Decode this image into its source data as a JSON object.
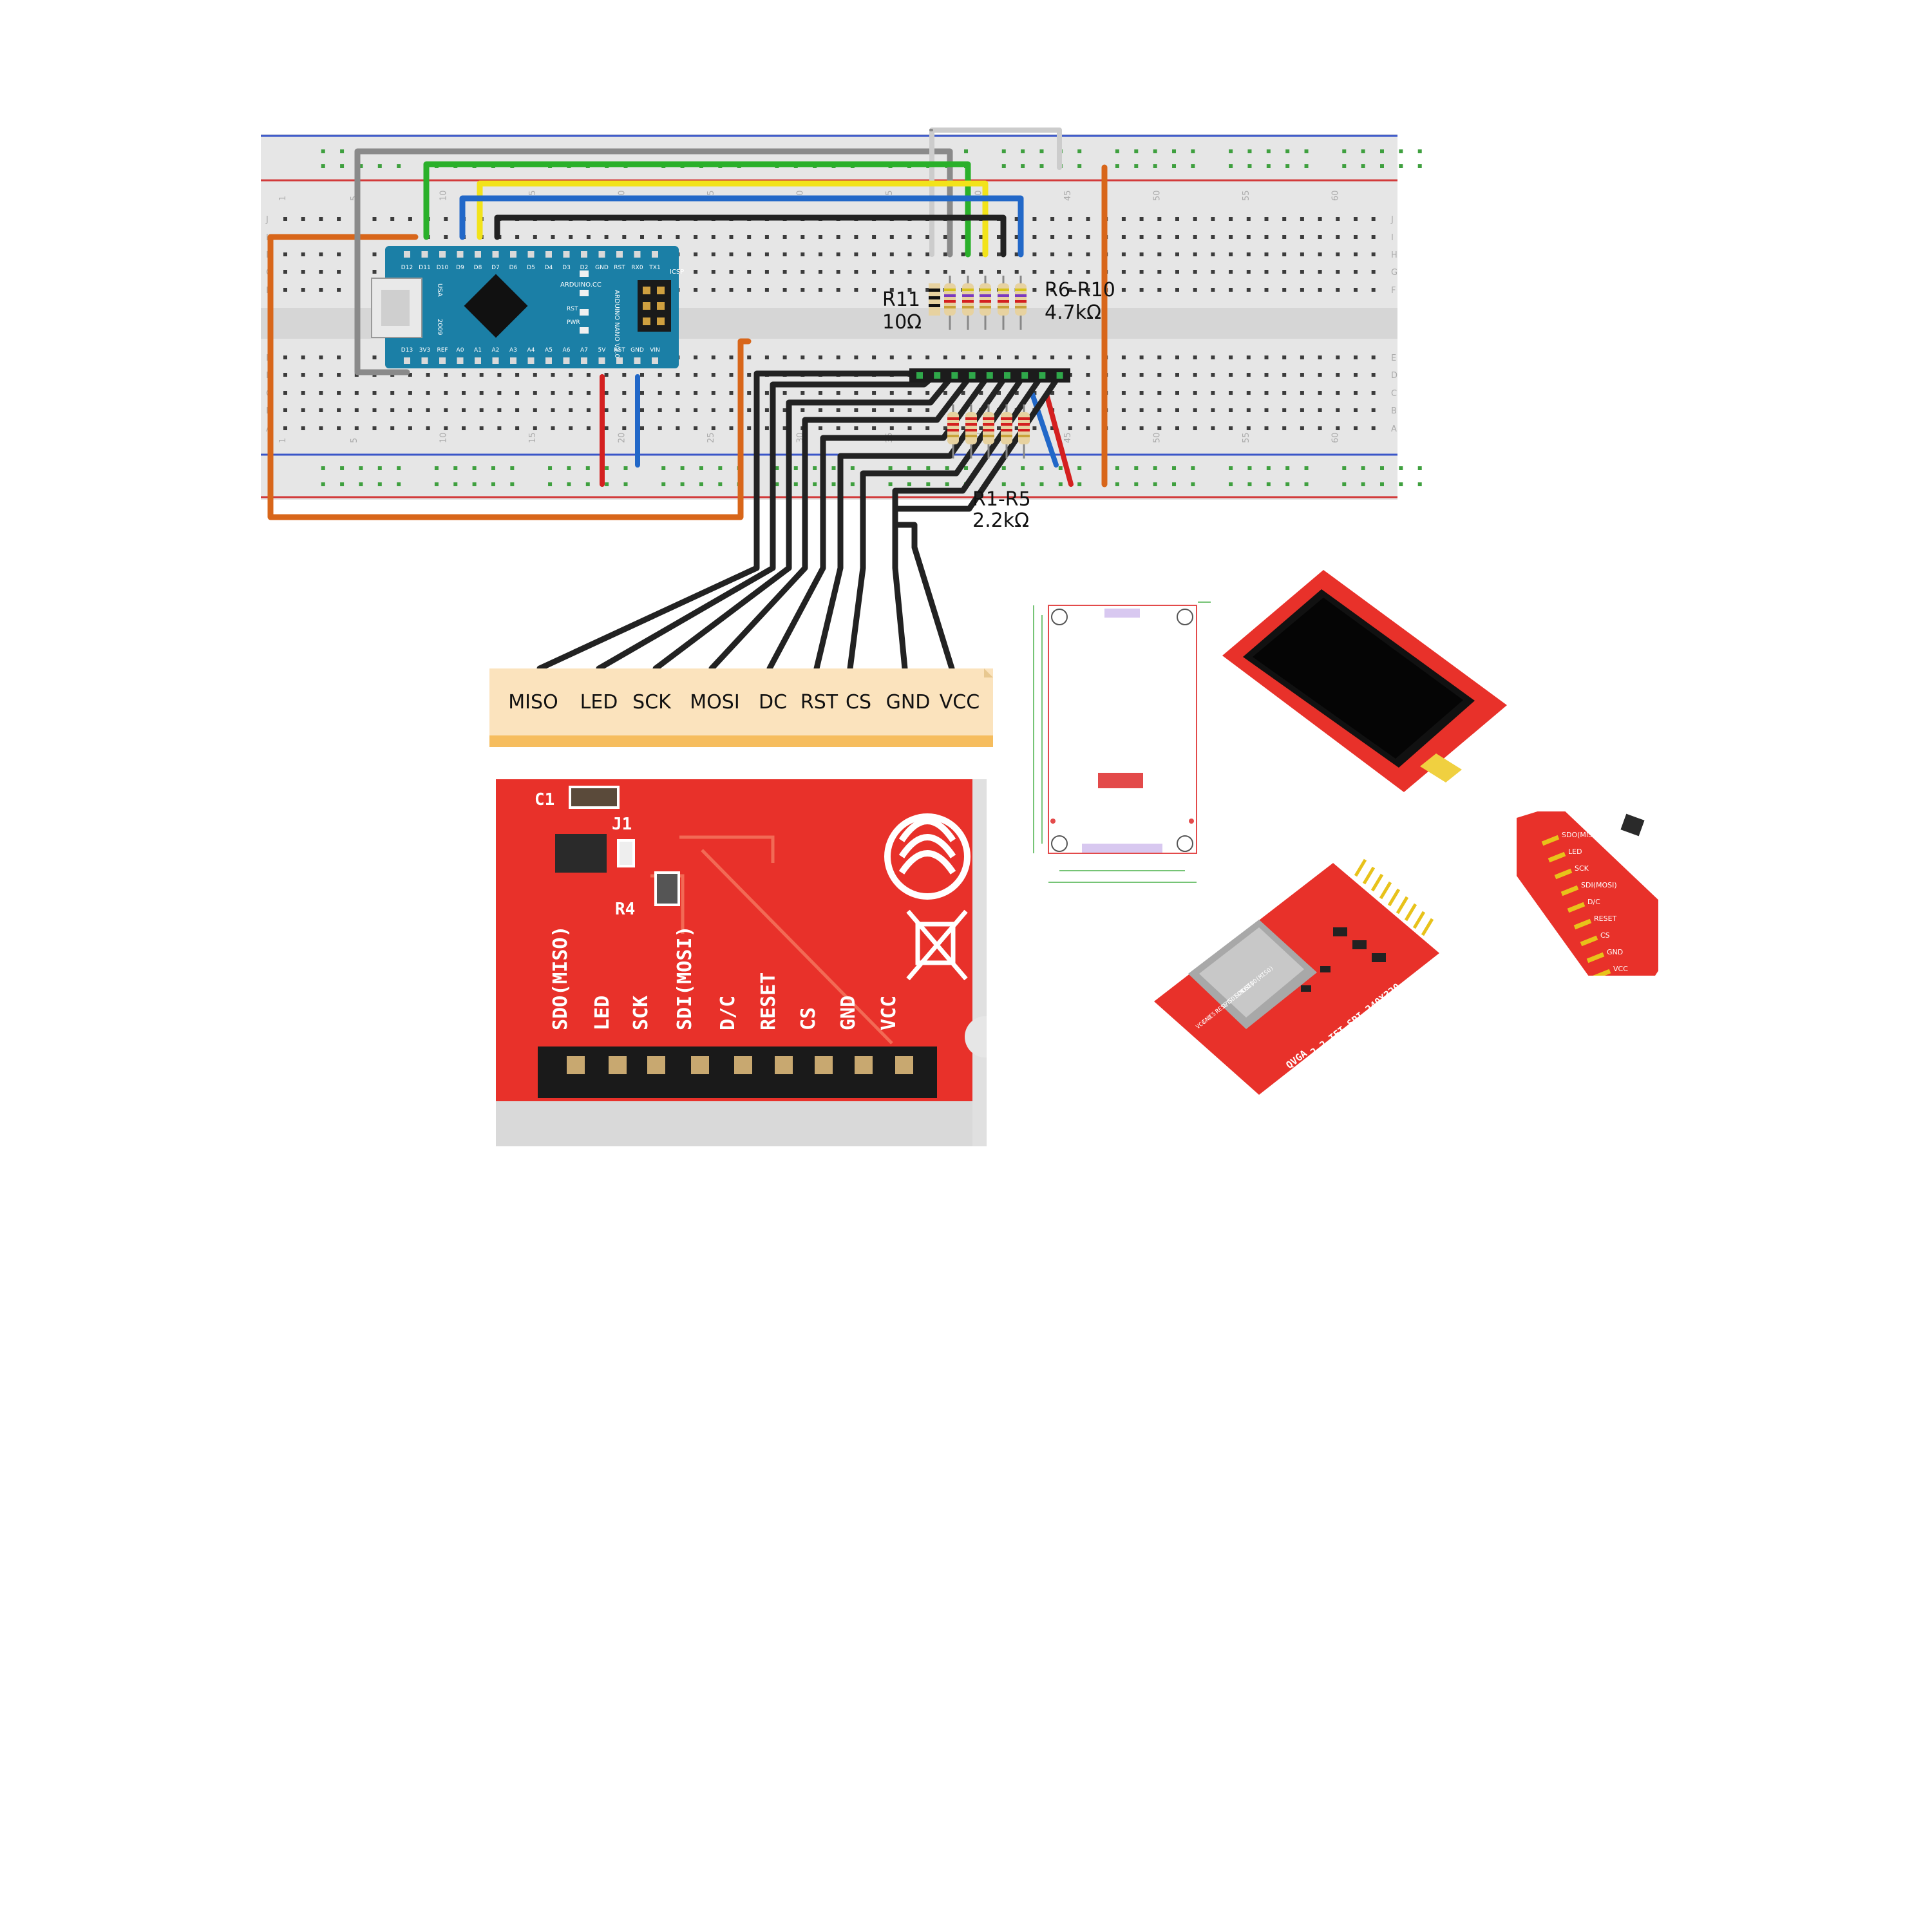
{
  "labels": {
    "r11_name": "R11",
    "r11_value": "10Ω",
    "r6_r10_name": "R6-R10",
    "r6_r10_value": "4.7kΩ",
    "r1_r5_name": "R1-R5",
    "r1_r5_value": "2.2kΩ"
  },
  "breadboard": {
    "column_numbers": [
      "1",
      "5",
      "10",
      "15",
      "20",
      "25",
      "30",
      "35",
      "40",
      "45",
      "50",
      "55",
      "60"
    ],
    "row_letters": [
      "J",
      "I",
      "H",
      "G",
      "F",
      "E",
      "D",
      "C",
      "B",
      "A"
    ]
  },
  "arduino": {
    "top_pins": [
      "D12",
      "D11",
      "D10",
      "D9",
      "D8",
      "D7",
      "D6",
      "D5",
      "D4",
      "D3",
      "D2",
      "GND",
      "RST",
      "RX0",
      "TX1"
    ],
    "bottom_pins": [
      "D13",
      "3V3",
      "REF",
      "A0",
      "A1",
      "A2",
      "A3",
      "A4",
      "A5",
      "A6",
      "A7",
      "5V",
      "RST",
      "GND",
      "VIN"
    ],
    "brand": "ARDUINO.CC",
    "model": "ARDUINO NANO V3.0",
    "icsp": "ICSP",
    "usa": "USA",
    "year": "2009",
    "rst": "RST",
    "pwr": "PWR"
  },
  "connector_pins": [
    "MISO",
    "LED",
    "SCK",
    "MOSI",
    "DC",
    "RST",
    "CS",
    "GND",
    "VCC"
  ],
  "pcb_closeup": {
    "pins": [
      "SDO(MISO)",
      "LED",
      "SCK",
      "SDI(MOSI)",
      "D/C",
      "RESET",
      "CS",
      "GND",
      "VCC"
    ],
    "components": [
      "C1",
      "J1",
      "R4"
    ]
  },
  "module_board": {
    "pins": [
      "VCC",
      "GND",
      "CS",
      "RESET",
      "D/C",
      "SDI(MOSI)",
      "SCK",
      "LED",
      "SDO(MISO)"
    ],
    "title": "2.2 TFT SPI 240X320",
    "brand": "QVGA"
  },
  "pinout_crop": {
    "pins": [
      "SDO(MISO)",
      "LED",
      "SCK",
      "SDI(MOSI)",
      "D/C",
      "RESET",
      "CS",
      "GND",
      "VCC"
    ]
  },
  "colors": {
    "pcb_red": "#e8312a",
    "arduino_blue": "#1b7fa6",
    "wire_orange": "#d8661a",
    "wire_black": "#222222",
    "wire_green": "#2ab02a",
    "wire_yellow": "#f2e31a",
    "wire_blue": "#2268c8",
    "wire_grey": "#8a8a8a",
    "wire_red": "#d42020",
    "connector_band": "#fbe3bd"
  }
}
